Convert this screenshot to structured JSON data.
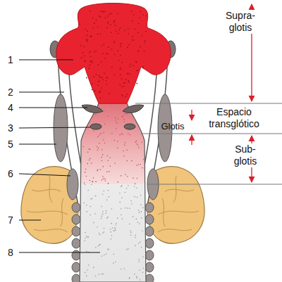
{
  "diagram": {
    "labels": [
      "Supra- glotis",
      "1",
      "2",
      "Espacio transglótico",
      "4",
      "Glotis",
      "3",
      "5",
      "Sub- glotis",
      "6",
      "7",
      "8"
    ]
  }
}
